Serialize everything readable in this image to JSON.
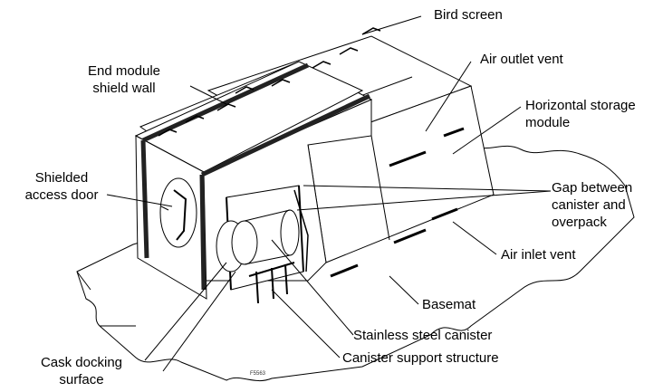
{
  "labels": {
    "bird_screen": "Bird screen",
    "end_module_shield_wall_1": "End module",
    "end_module_shield_wall_2": "shield wall",
    "air_outlet_vent": "Air outlet vent",
    "horizontal_storage_module_1": "Horizontal storage",
    "horizontal_storage_module_2": "module",
    "shielded_access_door_1": "Shielded",
    "shielded_access_door_2": "access door",
    "gap_1": "Gap between",
    "gap_2": "canister and",
    "gap_3": "overpack",
    "air_inlet_vent": "Air inlet vent",
    "basemat": "Basemat",
    "stainless_steel_canister": "Stainless steel canister",
    "canister_support_structure": "Canister support structure",
    "cask_docking_surface_1": "Cask docking",
    "cask_docking_surface_2": "surface"
  },
  "figure_id": "F5563",
  "colors": {
    "line": "#000000",
    "background": "#ffffff",
    "band": "#222222"
  }
}
